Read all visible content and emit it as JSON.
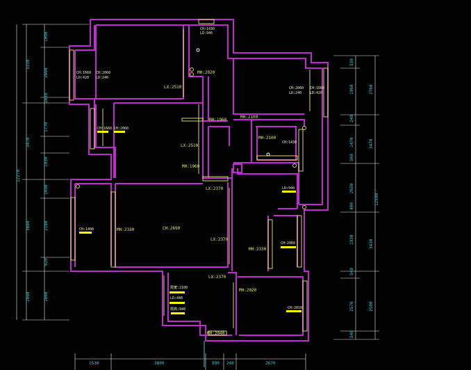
{
  "colors": {
    "wall": "#c02bd0",
    "window": "#d8d860",
    "dimension": "#38c8d8",
    "label": "#e8e870",
    "highlight": "#ffff00"
  },
  "left_dims": {
    "segments": [
      "1090",
      "3330",
      "2660",
      "2650",
      "1770",
      "3470",
      "1930",
      "1450",
      "3660",
      "2180",
      "620",
      "1660",
      "1660"
    ],
    "total": "12270"
  },
  "right_dims": {
    "segments": [
      "530",
      "2760",
      "1960",
      "240",
      "3470",
      "1470",
      "560",
      "2650",
      "400",
      "1930",
      "3430",
      "540",
      "2570",
      "2500",
      "540"
    ],
    "total": "12590"
  },
  "bottom_dims": [
    "1530",
    "3800",
    "990",
    "240",
    "2670"
  ],
  "labels": {
    "ch_1430": "CH:1430",
    "ld_940": "LD:940",
    "mh_2020_top": "MH:2020",
    "ch_1660_a": "CH:1660",
    "ld_420_a": "LD:420",
    "ch_2060_a": "CH:2060",
    "ld_240_a": "LD:240",
    "lx_2510_a": "LX:2510",
    "ch_2060_b": "CH:2060",
    "ld_240_b": "LD:240",
    "ch_1660_b": "CH:1660",
    "ld_420_b": "LD:420",
    "mh_1960_a": "MH:1960",
    "mh_2100_a": "MH:2100",
    "mh_2100_b": "MH:2100",
    "ch_1430_b": "CH:1430",
    "ch_1660_c": "CH:1660",
    "ch_2060_c": "CH:2060",
    "lx_2510_b": "LX:2510",
    "mh_1960_b": "MH:1960",
    "lx_2370_a": "LX:2370",
    "ld_940_b": "LD:940",
    "ch_1400": "CH:1400",
    "mh_2330_a": "MH:2330",
    "ch_2690": "CH:2690",
    "lx_2370_b": "LX:2370",
    "mh_2330_b": "MH:2330",
    "ch_2060_d": "CH:2060",
    "lx_2370_c": "LX:2370",
    "xk_2100": "限宽:2100",
    "ld_440": "LD:440",
    "xg_940": "限高:940",
    "mh_2020_bot": "MH:2020",
    "ch_2010": "CH:2010",
    "mh_2040": "MH:2040"
  }
}
